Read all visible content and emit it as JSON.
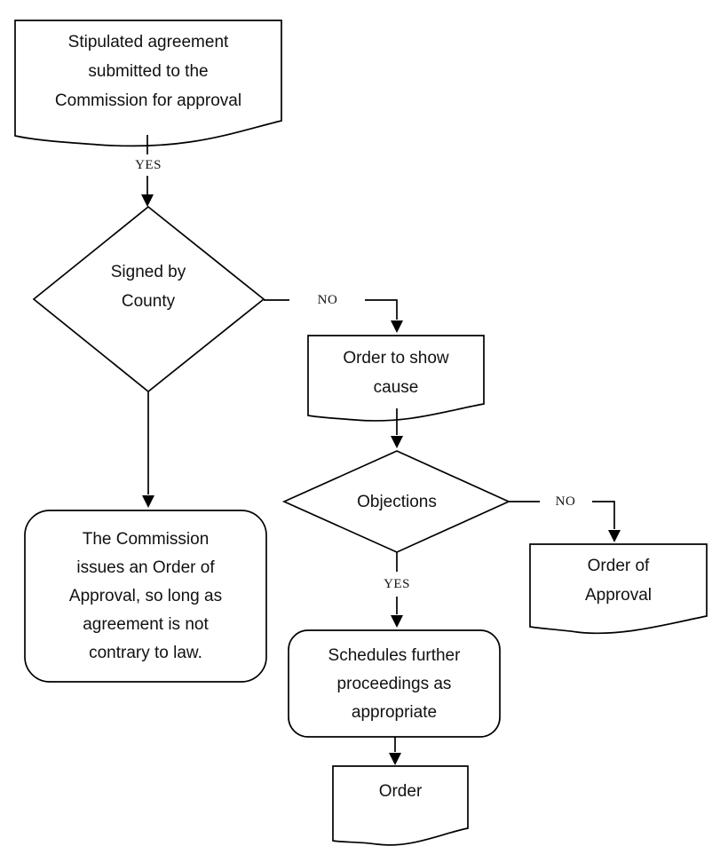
{
  "diagram": {
    "kind": "flowchart",
    "colors": {
      "stroke": "#000000",
      "fill": "#ffffff",
      "text": "#111111"
    }
  },
  "nodes": {
    "stipulated_agreement": {
      "shape": "document",
      "text": "Stipulated agreement\nsubmitted to the\nCommission for approval"
    },
    "signed_by_county": {
      "shape": "decision",
      "text": "Signed by\nCounty"
    },
    "order_to_show_cause": {
      "shape": "document",
      "text": "Order to show\ncause"
    },
    "objections": {
      "shape": "decision",
      "text": "Objections"
    },
    "commission_issues_order": {
      "shape": "rounded-process",
      "text": "The Commission\nissues an Order of\nApproval, so long as\nagreement is not\ncontrary to law."
    },
    "schedules_proceedings": {
      "shape": "rounded-process",
      "text": "Schedules further\nproceedings as\nappropriate"
    },
    "order_of_approval": {
      "shape": "document",
      "text": "Order of\nApproval"
    },
    "order": {
      "shape": "document",
      "text": "Order"
    }
  },
  "edge_labels": {
    "signed_yes": "YES",
    "signed_no": "NO",
    "objections_yes": "YES",
    "objections_no": "NO"
  }
}
